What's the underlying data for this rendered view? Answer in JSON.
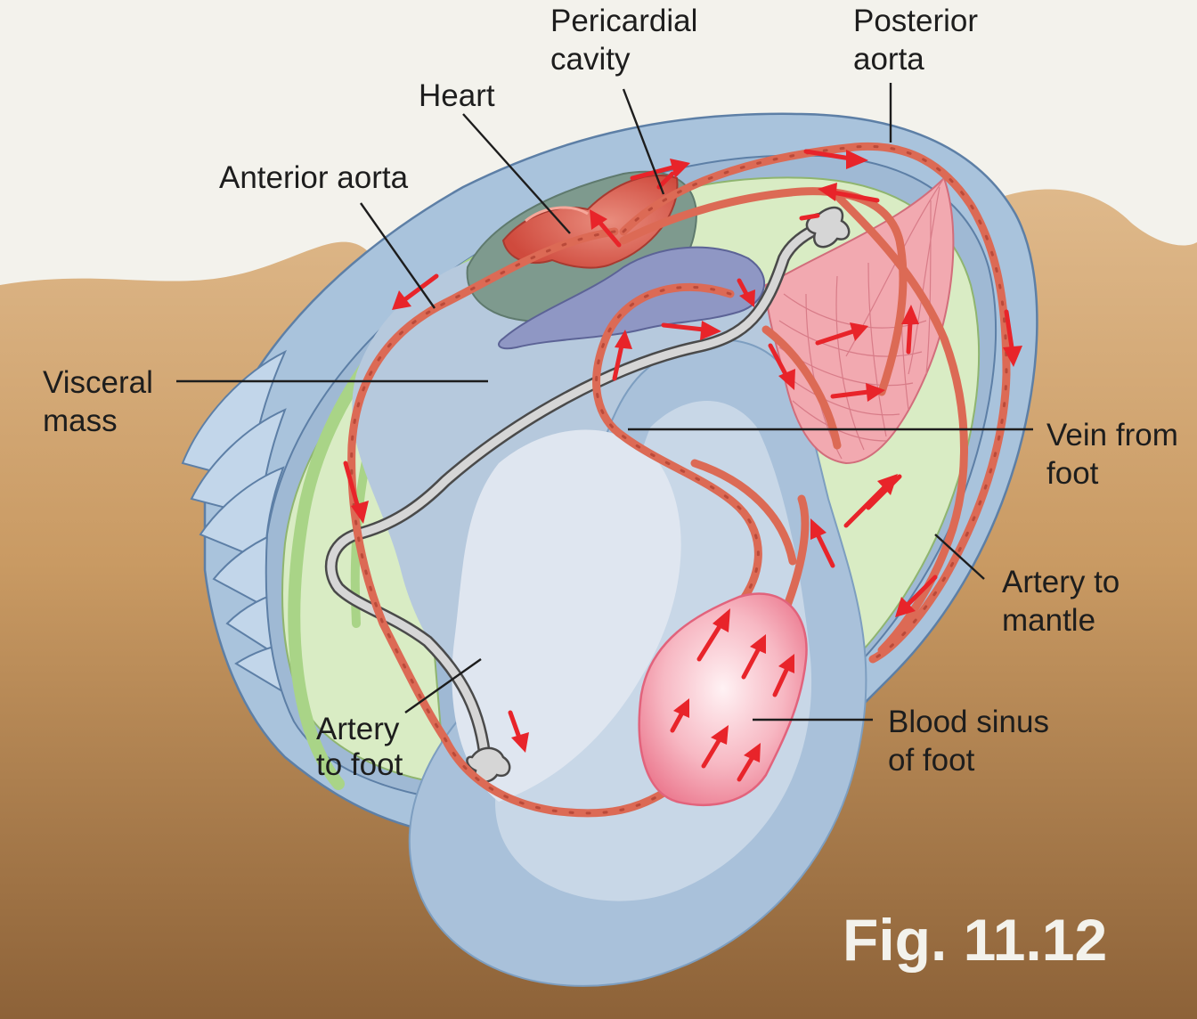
{
  "figure": {
    "caption": "Fig. 11.12"
  },
  "labels": {
    "heart": "Heart",
    "pericardial_cavity": [
      "Pericardial",
      "cavity"
    ],
    "posterior_aorta": [
      "Posterior",
      "aorta"
    ],
    "anterior_aorta": "Anterior aorta",
    "visceral_mass": [
      "Visceral",
      "mass"
    ],
    "vein_from_foot": [
      "Vein from",
      "foot"
    ],
    "artery_to_mantle": [
      "Artery to",
      "mantle"
    ],
    "artery_to_foot": [
      "Artery",
      "to foot"
    ],
    "blood_sinus_of_foot": [
      "Blood sinus",
      "of foot"
    ]
  },
  "colors": {
    "background": "#f3f2ec",
    "sediment_top": "#dfb98b",
    "sediment_bottom": "#8d6238",
    "shell": "#a9c3dc",
    "mantle_green": "#d9ecc4",
    "vessel": "#dc6a55",
    "arrow": "#e8242a",
    "heart": "#d9574a",
    "pericardium": "#7e9a8e",
    "gill_pink": "#f2a9b0",
    "nerve_gray": "#d6d6d6"
  }
}
